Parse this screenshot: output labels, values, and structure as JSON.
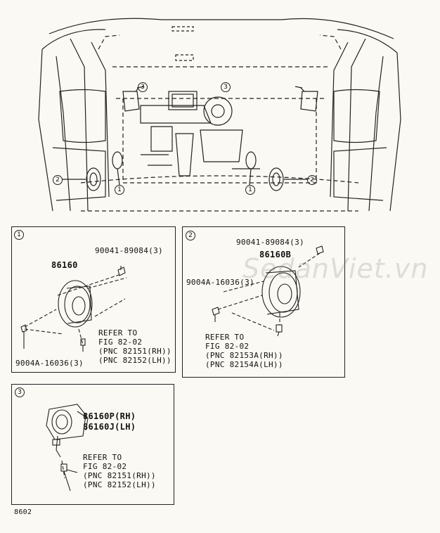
{
  "overview": {
    "callouts": [
      "1",
      "1",
      "2",
      "2",
      "3",
      "3"
    ]
  },
  "panel1": {
    "badge": "1",
    "part_speaker": "86160",
    "part_screw_top": "90041-89084(3)",
    "part_screw_bottom": "9004A-16036(3)",
    "refer_lines": [
      "REFER TO",
      "FIG 82-02",
      "(PNC 82151(RH))",
      "(PNC 82152(LH))"
    ]
  },
  "panel2": {
    "badge": "2",
    "part_screw_top": "90041-89084(3)",
    "part_speaker": "86160B",
    "part_screw_left": "9004A-16036(3)",
    "refer_lines": [
      "REFER TO",
      "FIG 82-02",
      "(PNC 82153A(RH))",
      "(PNC 82154A(LH))"
    ]
  },
  "panel3": {
    "badge": "3",
    "part_rh": "86160P(RH)",
    "part_lh": "86160J(LH)",
    "refer_lines": [
      "REFER TO",
      "FIG 82-02",
      "(PNC 82151(RH))",
      "(PNC 82152(LH))"
    ]
  },
  "watermark": "SedanViet.vn",
  "figure_code": "8602"
}
